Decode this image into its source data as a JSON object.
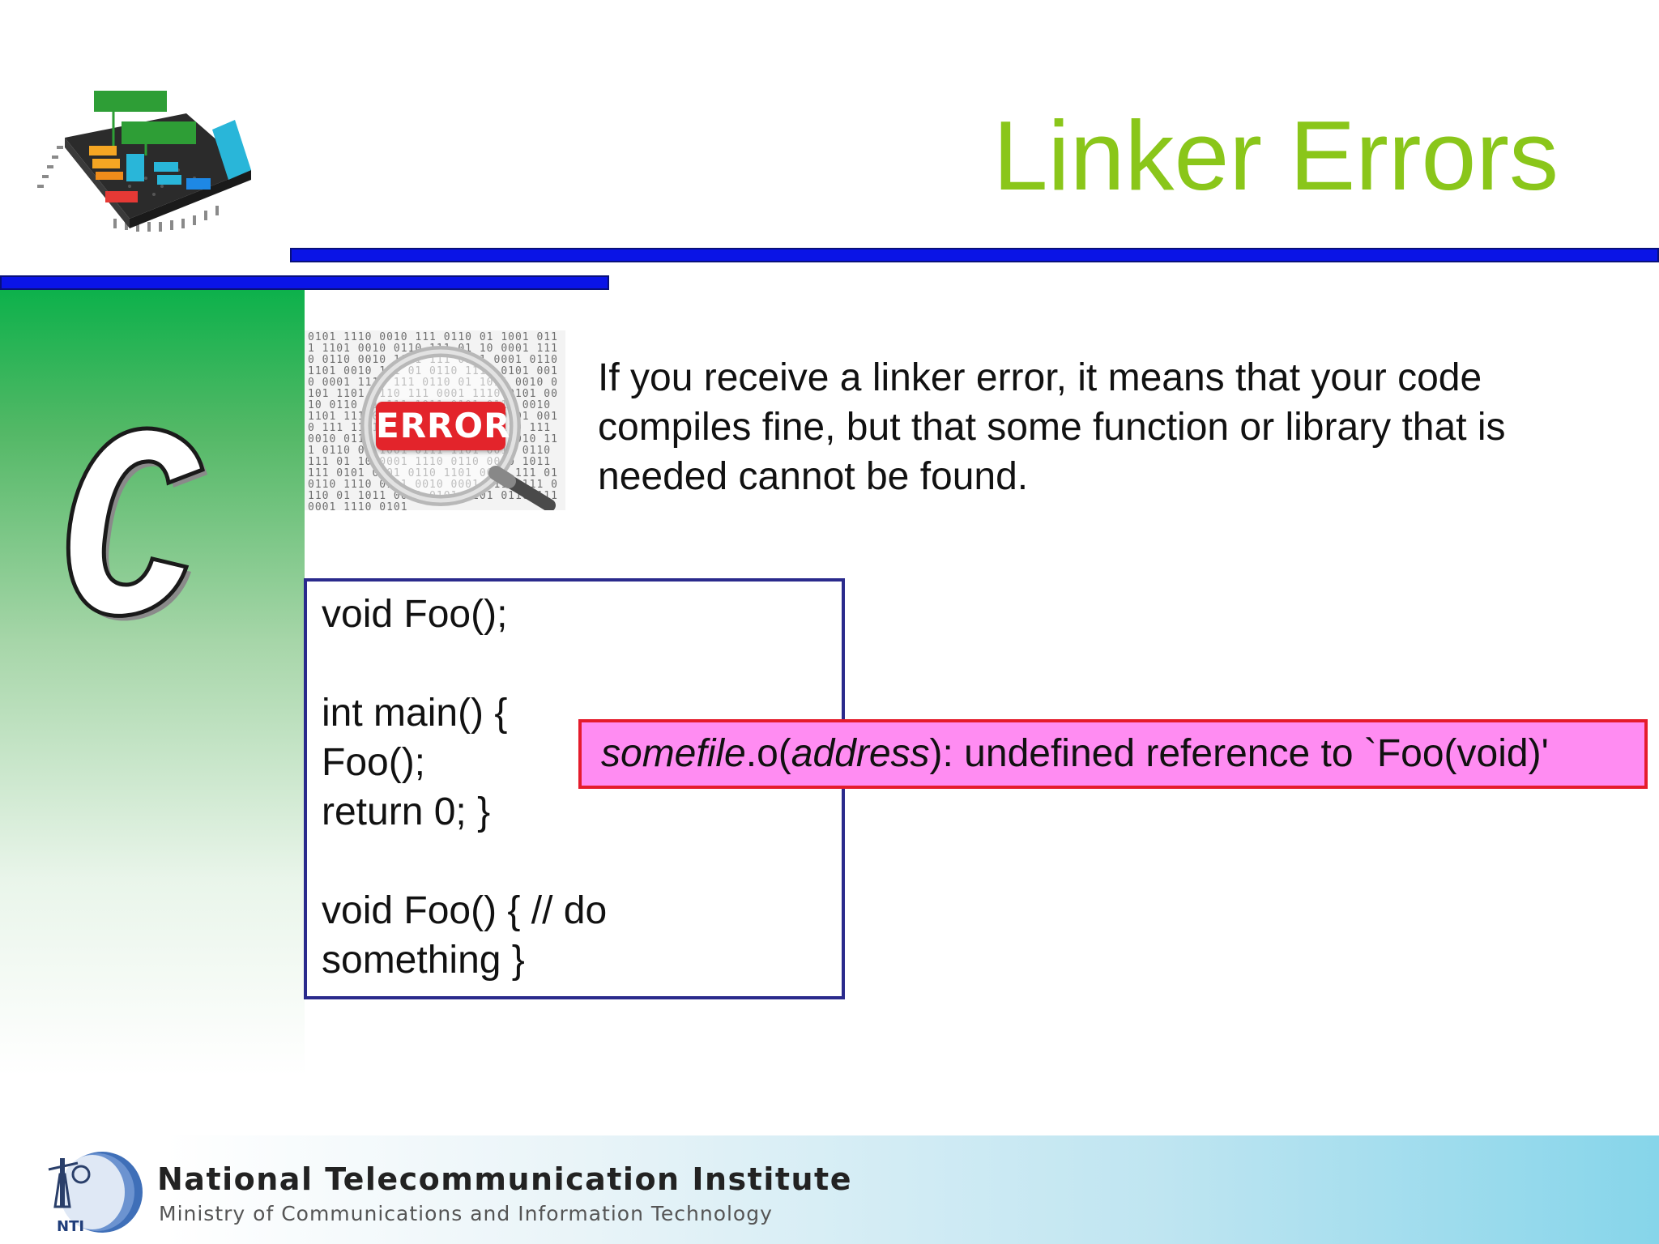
{
  "title": "Linker Errors",
  "intro": "If you receive a linker error, it means that your code compiles fine, but that some function or library that is needed cannot be found.",
  "error_image_label": "ERROR",
  "binary_texture": "0101 1110 0010 111 0110 01 1001 0111 1101 0010 0110 111 01 10 0001 1110 0110 0010 1011 111 0101 0001 0110 1101 0010 111 01 0110 1110 0101 0010 0001 1110 111 0110 01 1011 0010 0101 1101 0110 111 0001 1110 0101 0010 0110 01 111 1011 0101 0110 0010 1101 111 0001 1110 0101 0110 01 0010 111 1101 0110 0101 0001 1110 111 0010 0110 1011 01 0101 1110 0010 111 0110 01 1001 0111 1101 0010 0110 111 01 10 0001 1110 0110 0010 1011 111 0101 0001 0110 1101 0010 111 01 0110 1110 0101 0010 0001 1110 111 0110 01 1011 0010 0101 1101 0110 111 0001 1110 0101",
  "code_lines": [
    "void Foo();",
    "",
    "int main() {",
    "Foo();",
    "return 0; }",
    "",
    "void Foo() { // do",
    "something }"
  ],
  "error_message": {
    "file": "somefile",
    "ext": ".o(",
    "address": "address",
    "rest": "): undefined reference to `Foo(void)'"
  },
  "footer": {
    "institute": "National Telecommunication Institute",
    "ministry": "Ministry of Communications and Information Technology",
    "logo_text": "NTI"
  },
  "colors": {
    "title": "#8ac61a",
    "bar": "#0a14e6",
    "error_box": "#ff8cf2",
    "error_border": "#e51c2c",
    "code_border": "#2a2a8c"
  }
}
